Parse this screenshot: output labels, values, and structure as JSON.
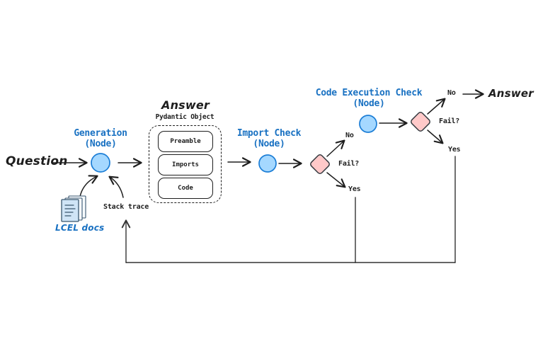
{
  "colors": {
    "blue": "#1971c2",
    "ink": "#1e1e1e",
    "circle_fill": "#a5d8ff",
    "circle_stroke": "#1c7ed6",
    "diamond_fill": "#ffc9c9",
    "diamond_stroke": "#343a40",
    "doc_fill": "#cfe4f6",
    "doc_stroke": "#39566e"
  },
  "flow": {
    "question_label": "Question",
    "generation": {
      "title": "Generation",
      "subtitle": "(Node)"
    },
    "inputs": {
      "lcel_docs": "LCEL docs",
      "stack_trace": "Stack trace"
    },
    "answer_object": {
      "title": "Answer",
      "subtitle": "Pydantic Object",
      "fields": [
        "Preamble",
        "Imports",
        "Code"
      ]
    },
    "import_check": {
      "title": "Import Check",
      "subtitle": "(Node)",
      "fail": "Fail?",
      "no": "No",
      "yes": "Yes"
    },
    "execution_check": {
      "title": "Code Execution Check",
      "subtitle": "(Node)",
      "fail": "Fail?",
      "no": "No",
      "yes": "Yes"
    },
    "answer_label": "Answer"
  }
}
